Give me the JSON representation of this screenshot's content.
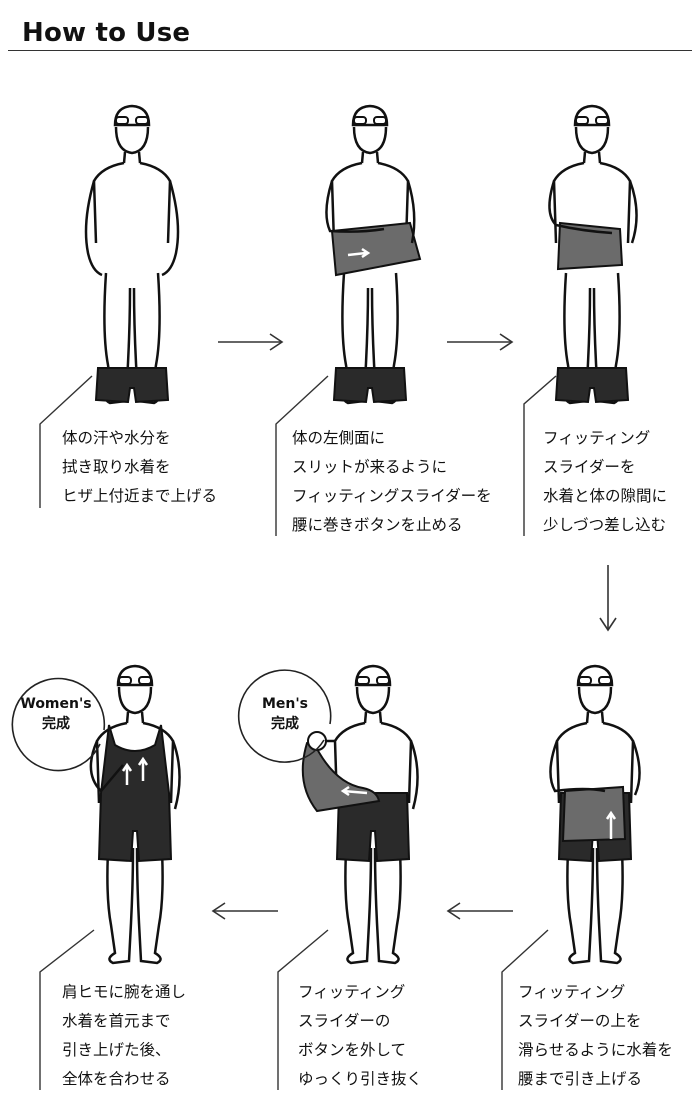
{
  "header": {
    "title": "How to Use"
  },
  "steps": [
    {
      "lines": [
        "体の汗や水分を",
        "拭き取り水着を",
        "ヒザ上付近まで上げる"
      ]
    },
    {
      "lines": [
        "体の左側面に",
        "スリットが来るように",
        "フィッティングスライダーを",
        "腰に巻きボタンを止める"
      ]
    },
    {
      "lines": [
        "フィッティング",
        "スライダーを",
        "水着と体の隙間に",
        "少しづつ差し込む"
      ]
    },
    {
      "lines": [
        "フィッティング",
        "スライダーの上を",
        "滑らせるように水着を",
        "腰まで引き上げる"
      ]
    },
    {
      "lines": [
        "フィッティング",
        "スライダーの",
        "ボタンを外して",
        "ゆっくり引き抜く"
      ]
    },
    {
      "lines": [
        "肩ヒモに腕を通し",
        "水着を首元まで",
        "引き上げた後、",
        "全体を合わせる"
      ]
    }
  ],
  "badges": {
    "women": {
      "line1": "Women's",
      "line2": "完成"
    },
    "men": {
      "line1": "Men's",
      "line2": "完成"
    }
  },
  "colors": {
    "ink": "#111111",
    "gray_suit": "#6b6b6b",
    "line": "#333333"
  }
}
